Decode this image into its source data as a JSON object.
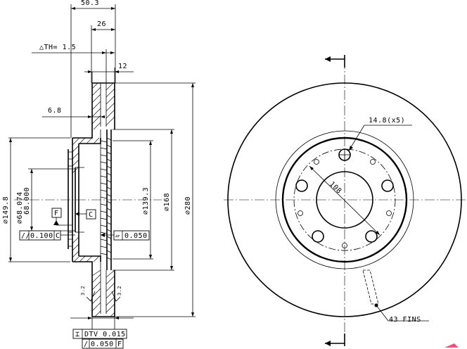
{
  "side_view": {
    "overall_width": "50.3",
    "hub_width": "26",
    "th_label": "△TH= 1.5",
    "disc_thickness": "12",
    "hat_offset": "6.8",
    "outer_dia_149": "⌀149.8",
    "bore_dia_upper": "⌀68.074",
    "bore_dia_lower": "68.000",
    "pcd_139": "⌀139.3",
    "dia_168": "⌀168",
    "dia_280": "⌀280",
    "datum_f": "F",
    "datum_c": "C",
    "runout_left_symbol": "//",
    "runout_left_value": "0.100",
    "runout_left_datum": "C",
    "flat_symbol": "▱",
    "flat_value": "0.050",
    "dtv_label": "DTV 0.015",
    "runout_bottom_symbol": "/",
    "runout_bottom_value": "0.050",
    "runout_bottom_datum": "F",
    "roughness_1": "3.2",
    "roughness_2": "3.2"
  },
  "front_view": {
    "bolt_hole_label": "14.8(x5)",
    "pcd_label": "108",
    "fins_label": "43 FINS"
  }
}
